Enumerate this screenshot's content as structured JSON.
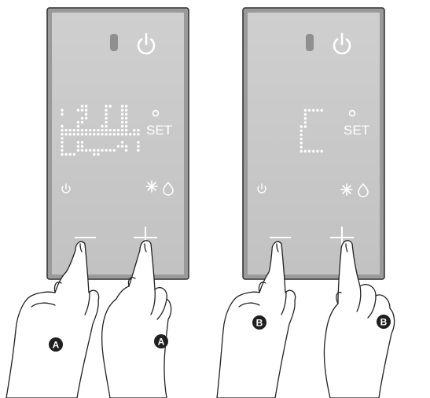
{
  "figure": {
    "colors": {
      "panel_fill": "#c8c8c8",
      "panel_outer": "#8e8e8e",
      "panel_edge": "#2e2e2e",
      "display_dot": "#ffffff",
      "icon": "#ffffff",
      "led": "#8f8f8f",
      "badge": "#1f1f1f",
      "hand_outline": "#222222",
      "hand_fill": "#ffffff"
    },
    "panels": [
      {
        "id": "left",
        "set_label": "SET",
        "degree_symbol": "°",
        "display_rows": [
          ".....++....++..++...",
          "+...+++....+...++...",
          "+.....+....+...++...",
          ".....++....+...++...",
          "....++.....+...++...",
          "+...+.....++...++...",
          "+++++++++++++++++.++",
          "++++++++++++++++++++",
          "+...................",
          "+...++.........+...+",
          "+...++........+++..+",
          "+...++++++++++..+..+",
          "++++....++.........."
        ],
        "gesture_badge": "A",
        "gesture_badge_2": "A",
        "minus_symbol": "—",
        "plus_symbol": "+"
      },
      {
        "id": "right",
        "set_label": "SET",
        "degree_symbol": "°",
        "display_rows": [
          ".......",
          "..+++++",
          "..+....",
          "..+....",
          "..+....",
          ".++....",
          ".+.....",
          ".+.....",
          ".+.....",
          ".+.....",
          ".+.....",
          ".++++++",
          "......."
        ],
        "gesture_badge": "B",
        "gesture_badge_2": "B",
        "minus_symbol": "—",
        "plus_symbol": "+"
      }
    ]
  }
}
